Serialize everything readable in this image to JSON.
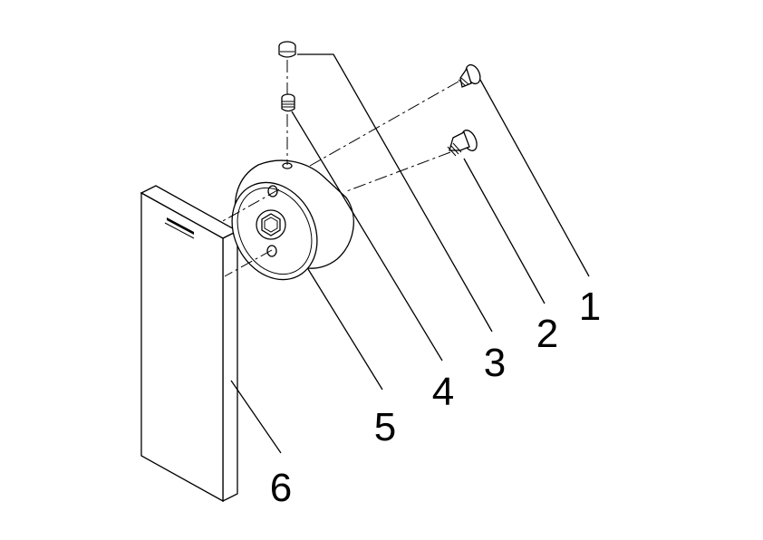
{
  "labels": [
    {
      "id": "1",
      "text": "1"
    },
    {
      "id": "2",
      "text": "2"
    },
    {
      "id": "3",
      "text": "3"
    },
    {
      "id": "4",
      "text": "4"
    },
    {
      "id": "5",
      "text": "5"
    },
    {
      "id": "6",
      "text": "6"
    }
  ],
  "colors": {
    "line": "#000000",
    "background": "#ffffff"
  }
}
